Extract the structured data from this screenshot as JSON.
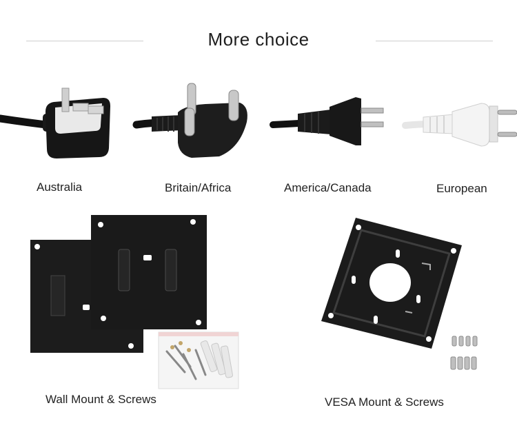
{
  "header": {
    "title": "More choice"
  },
  "plugs": [
    {
      "label": "Australia"
    },
    {
      "label": "Britain/Africa"
    },
    {
      "label": "America/Canada"
    },
    {
      "label": "European"
    }
  ],
  "mounts": [
    {
      "label": "Wall Mount & Screws"
    },
    {
      "label": "VESA Mount & Screws"
    }
  ]
}
